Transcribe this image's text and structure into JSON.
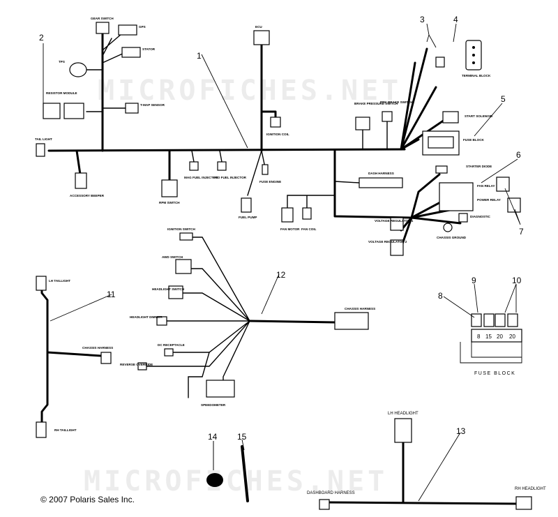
{
  "watermark": "MICROFICHES.NET",
  "copyright": "© 2007 Polaris Sales Inc.",
  "callouts": [
    "1",
    "2",
    "3",
    "4",
    "5",
    "6",
    "7",
    "8",
    "9",
    "10",
    "11",
    "12",
    "13",
    "14",
    "15"
  ],
  "main_harness_labels": {
    "gear_switch": "GEAR SWITCH",
    "gps": "GPS",
    "stator": "STATOR",
    "tps": "TPS",
    "resistor_module": "RESISTOR MODULE",
    "tmap_sensor": "T-MAP SENSOR",
    "tail_light": "TAIL LIGHT",
    "accessory_beeper": "ACCESSORY BEEPER",
    "mag_fuel_injector": "MAG FUEL INJECTOR",
    "pto_fuel_injector": "PTO FUEL INJECTOR",
    "ecu": "ECU",
    "ignition_coil": "IGNITION COIL",
    "fuse_engine": "FUSE ENGINE",
    "fuel_pump": "FUEL PUMP",
    "brake_pressure_switch": "BRAKE PRESSURE SWITCH",
    "park_brake_switch": "PRK BRAKE SWITCH",
    "terminal_block": "TERMINAL BLOCK",
    "start_solenoid": "START SOLENOID",
    "fuse_block": "FUSE BLOCK",
    "starter_diode": "STARTER DIODE",
    "dash_harness": "DASH HARNESS",
    "fan_relay": "FAN RELAY",
    "power_relay": "POWER RELAY",
    "diagnostic": "DIAGNOSTIC",
    "voltage_regulator_1": "VOLTAGE REGULATOR 1",
    "voltage_regulator_2": "VOLTAGE REGULATOR 2",
    "chassis_ground": "CHASSIS GROUND",
    "fan_motor": "FAN MOTOR",
    "fan_coil": "FAN COIL",
    "rpm_switch": "RPM SWITCH"
  },
  "dash_harness_labels": {
    "ignition_switch": "IGNITION SWITCH",
    "awd_switch": "AWD SWITCH",
    "headlight_switch": "HEADLIGHT SWITCH",
    "headlight_dimmer": "HEADLIGHT DIMMER",
    "dc_receptacle": "DC RECEPTACLE",
    "reverse_override": "REVERSE OVERRIDE",
    "speedometer": "SPEEDOMETER",
    "chassis_harness": "CHASSIS HARNESS"
  },
  "chassis_labels": {
    "lh_taillight": "LH TAILLIGHT",
    "rh_taillight": "RH TAILLIGHT",
    "chassis_harness": "CHASSIS HARNESS"
  },
  "fuse_block": {
    "title": "FUSE BLOCK",
    "fuses": [
      "8",
      "15",
      "20",
      "20"
    ]
  },
  "headlight_labels": {
    "lh": "LH HEADLIGHT",
    "rh": "RH HEADLIGHT",
    "dashboard_harness": "DASHBOARD HARNESS"
  }
}
